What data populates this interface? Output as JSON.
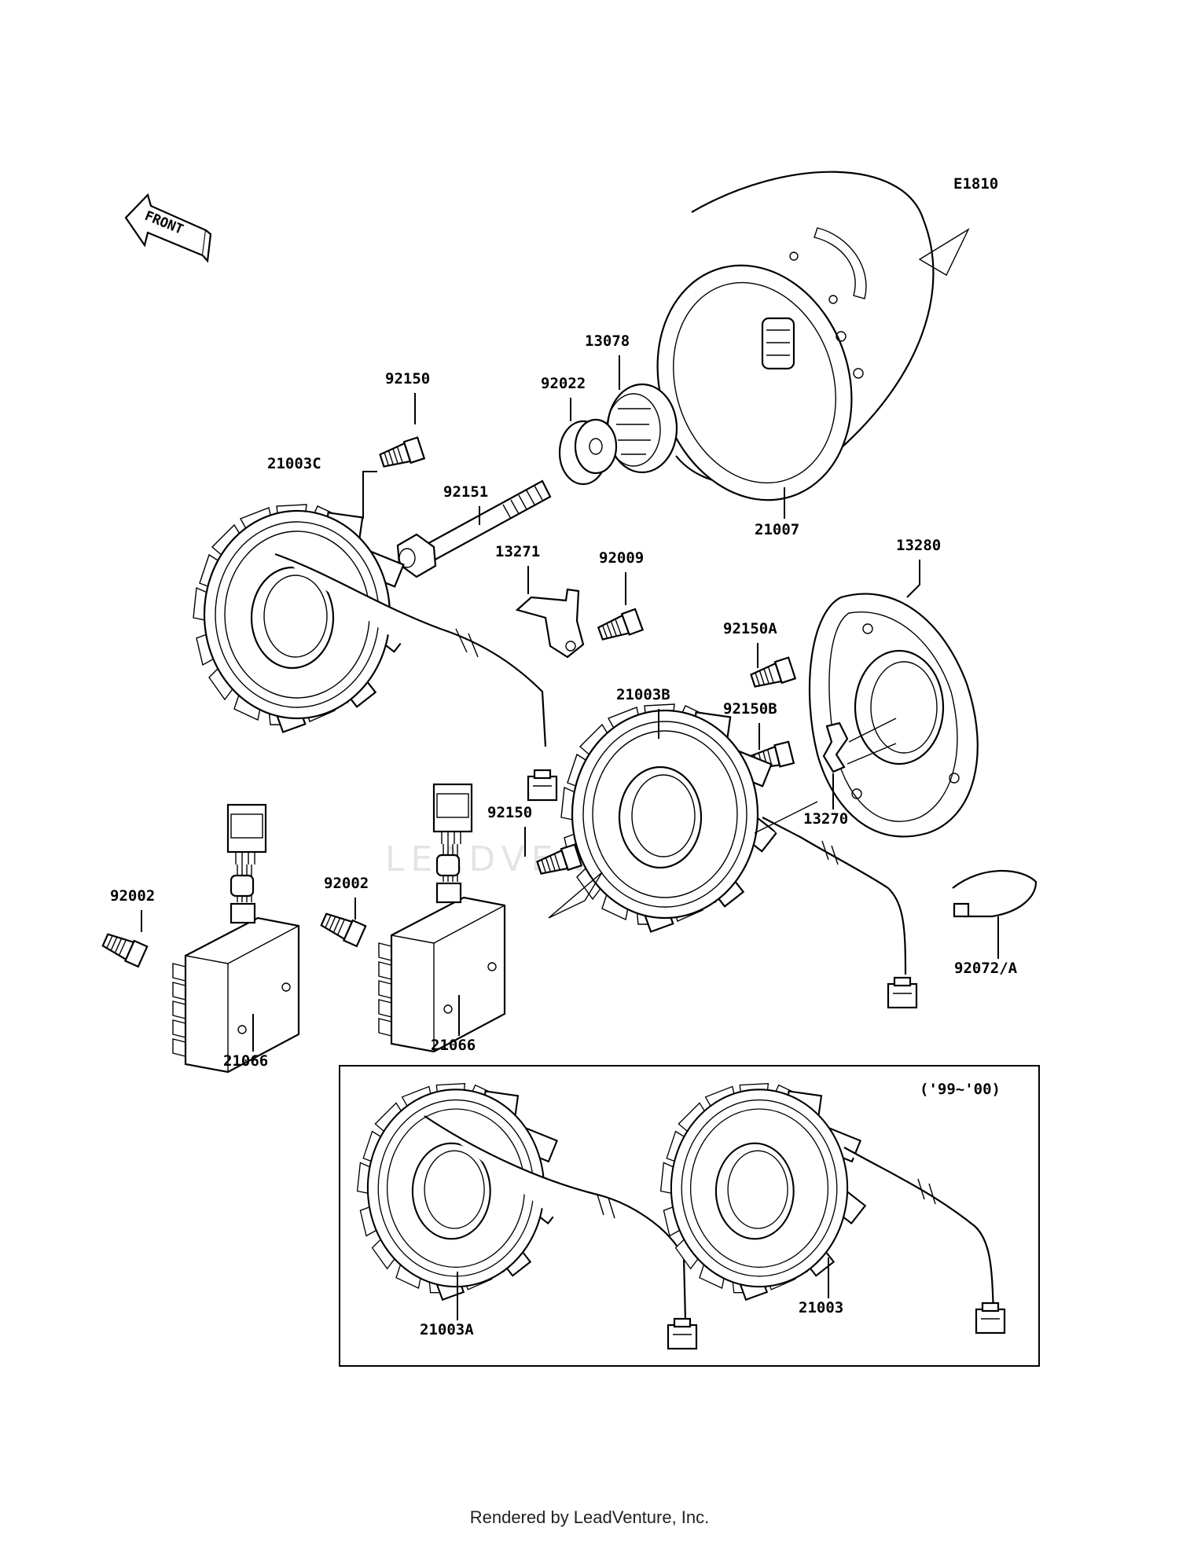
{
  "diagram_code": "E1810",
  "front_label": "FRONT",
  "inset_label": "('99~'00)",
  "watermark": "LEADVENTURE",
  "footer": "Rendered by LeadVenture, Inc.",
  "labels": {
    "p92150_top": "92150",
    "p21003C": "21003C",
    "p92151": "92151",
    "p92022": "92022",
    "p13078": "13078",
    "p21007": "21007",
    "p13271": "13271",
    "p92009": "92009",
    "p13280": "13280",
    "p92150A": "92150A",
    "p21003B": "21003B",
    "p92150B": "92150B",
    "p92150_mid": "92150",
    "p13270": "13270",
    "p92002_left": "92002",
    "p92002_mid": "92002",
    "p21066_left": "21066",
    "p21066_mid": "21066",
    "p92072A": "92072/A",
    "p21003A": "21003A",
    "p21003": "21003"
  }
}
